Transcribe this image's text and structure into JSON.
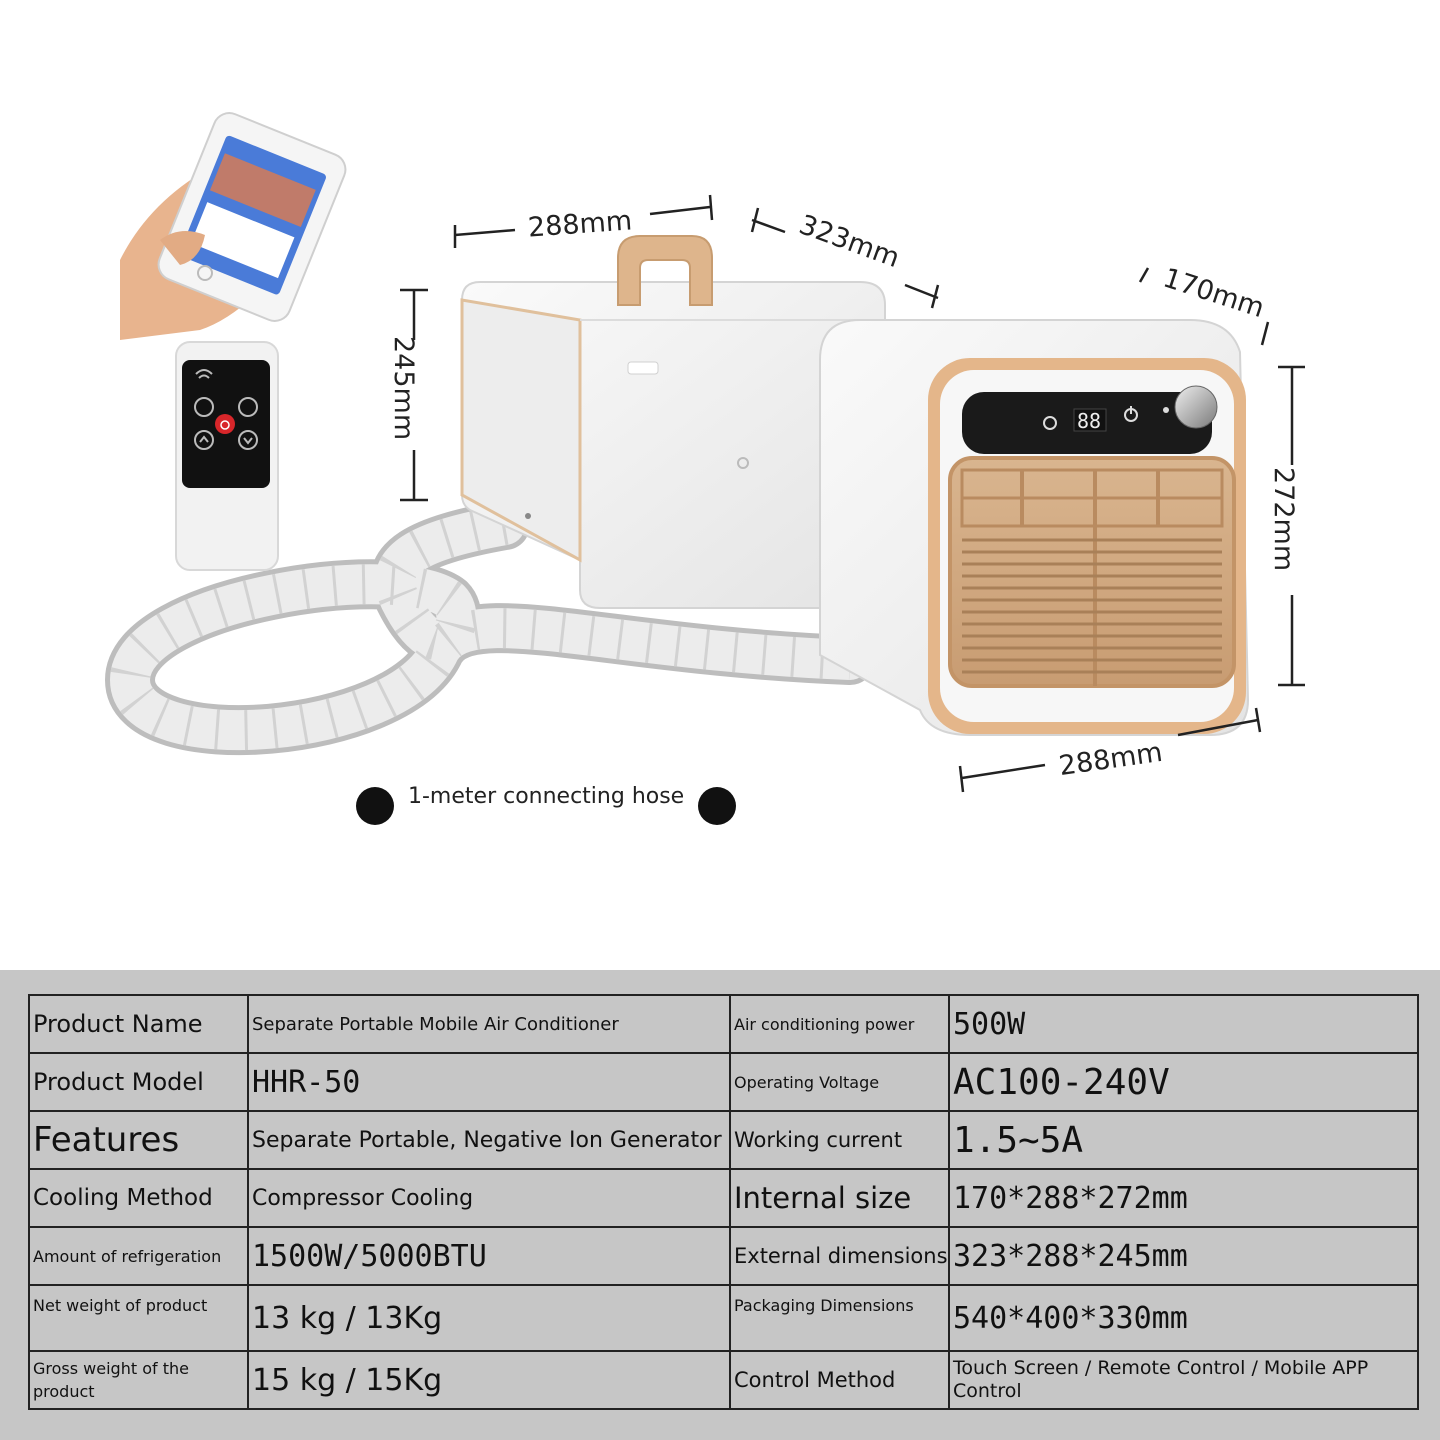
{
  "dimensions": {
    "main_width": "288mm",
    "main_depth": "323mm",
    "main_height": "245mm",
    "unit_depth": "170mm",
    "unit_height": "272mm",
    "unit_width": "288mm"
  },
  "hose_label": "1-meter connecting hose",
  "icons": [
    "wifi-icon",
    "timer-icon",
    "power-icon",
    "bulb-icon",
    "chevron-up-icon",
    "chevron-down-icon",
    "alarm-icon"
  ],
  "display_digits": "88",
  "colors": {
    "accent": "#e3b589",
    "panel_bg": "#c6c6c6",
    "unit_body": "#f3f3f3",
    "control_bar": "#1a1a1a",
    "power_red": "#d8262a"
  },
  "specs": [
    {
      "left_label": "Product Name",
      "left_value": "Separate Portable Mobile Air Conditioner",
      "right_label": "Air conditioning power",
      "right_value": "500W"
    },
    {
      "left_label": "Product Model",
      "left_value": "HHR-50",
      "right_label": "Operating Voltage",
      "right_value": "AC100-240V"
    },
    {
      "left_label": "Features",
      "left_value": "Separate Portable, Negative Ion Generator",
      "right_label": "Working current",
      "right_value": "1.5~5A"
    },
    {
      "left_label": "Cooling Method",
      "left_value": "Compressor Cooling",
      "right_label": "Internal size",
      "right_value": "170*288*272mm"
    },
    {
      "left_label": "Amount of refrigeration",
      "left_value": "1500W/5000BTU",
      "right_label": "External dimensions",
      "right_value": "323*288*245mm"
    },
    {
      "left_label": "Net weight of product",
      "left_value": "13 kg / 13Kg",
      "right_label": "Packaging Dimensions",
      "right_value": "540*400*330mm"
    },
    {
      "left_label": "Gross weight of the product",
      "left_value": "15 kg / 15Kg",
      "right_label": "Control Method",
      "right_value": "Touch Screen / Remote Control / Mobile APP Control"
    }
  ]
}
